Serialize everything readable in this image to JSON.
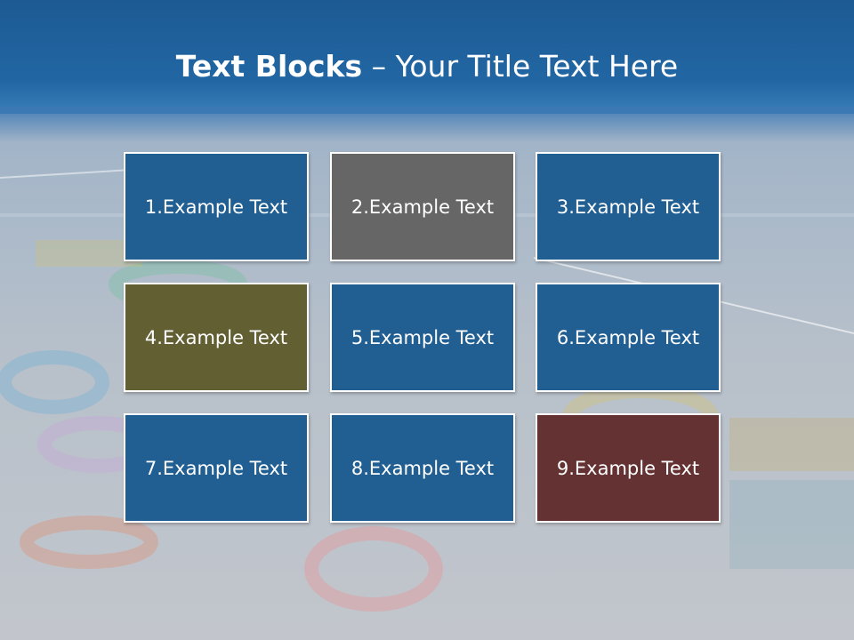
{
  "slide": {
    "title_bold": "Text Blocks",
    "title_separator": "–",
    "title_rest": "Your Title Text Here"
  },
  "colors": {
    "blue": "#215f93",
    "gray": "#666666",
    "olive": "#625f33",
    "maroon": "#643232",
    "header": "#2166a3"
  },
  "blocks": [
    {
      "label": "1.Example Text",
      "color": "#215f93"
    },
    {
      "label": "2.Example Text",
      "color": "#666666"
    },
    {
      "label": "3.Example Text",
      "color": "#215f93"
    },
    {
      "label": "4.Example Text",
      "color": "#625f33"
    },
    {
      "label": "5.Example Text",
      "color": "#215f93"
    },
    {
      "label": "6.Example Text",
      "color": "#215f93"
    },
    {
      "label": "7.Example Text",
      "color": "#215f93"
    },
    {
      "label": "8.Example Text",
      "color": "#215f93"
    },
    {
      "label": "9.Example Text",
      "color": "#643232"
    }
  ]
}
